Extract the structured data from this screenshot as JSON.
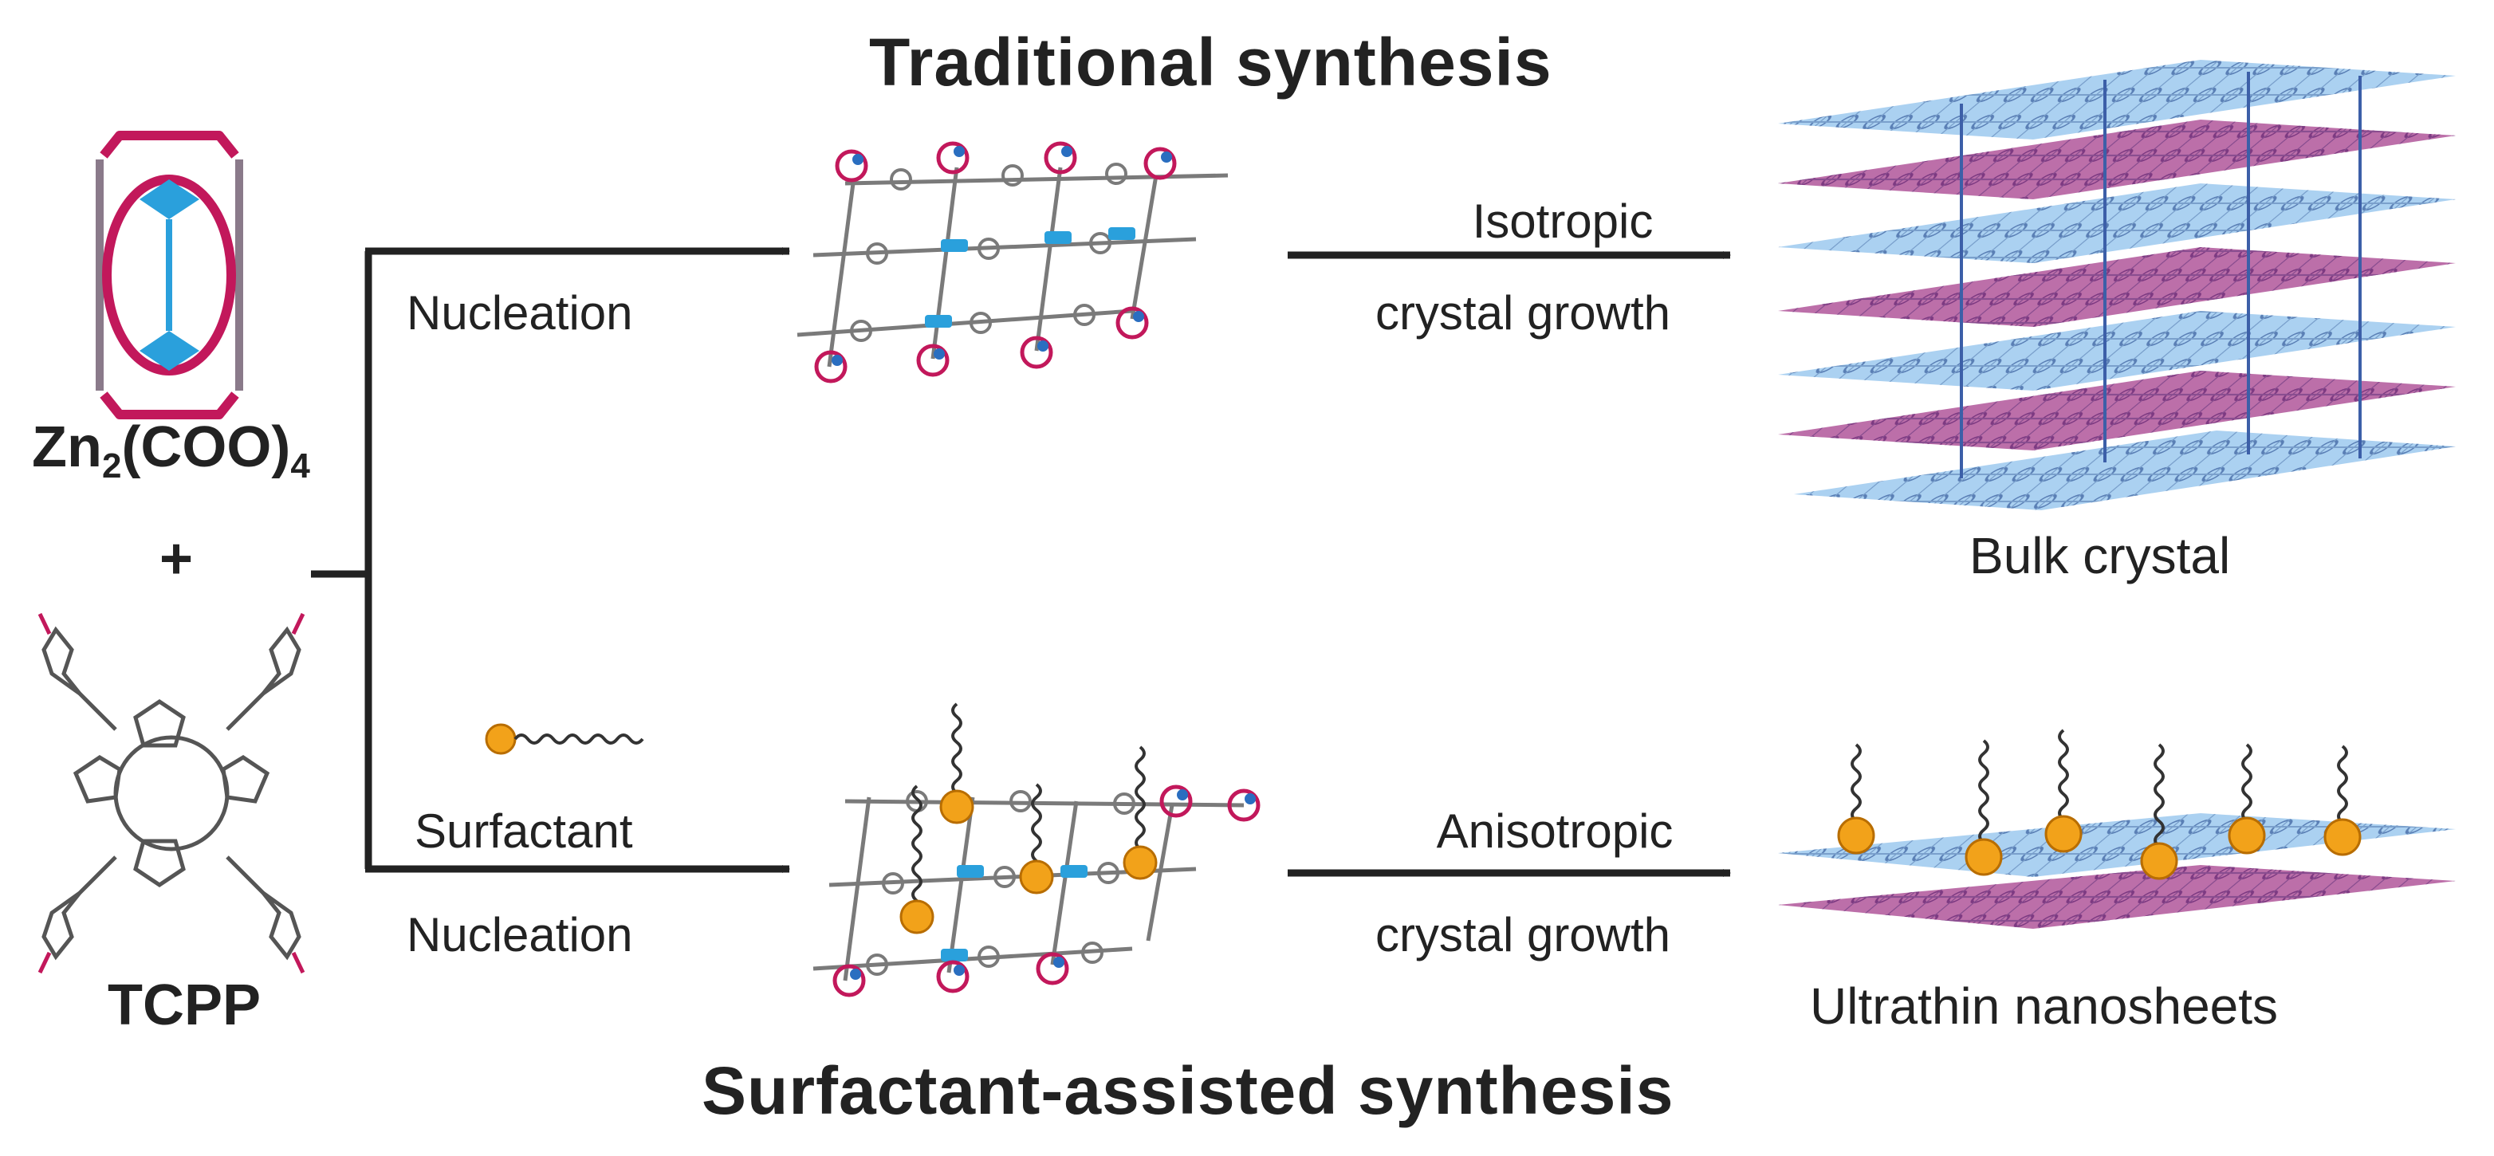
{
  "title_top": "Traditional synthesis",
  "title_bottom": "Surfactant-assisted synthesis",
  "reactant_metal": {
    "main": "Zn",
    "sub1": "2",
    "mid": "(COO)",
    "sub2": "4"
  },
  "plus": "+",
  "reactant_ligand": "TCPP",
  "top_step1": "Nucleation",
  "top_step2_line1": "Isotropic",
  "top_step2_line2": "crystal growth",
  "top_product": "Bulk crystal",
  "bottom_additive": "Surfactant",
  "bottom_step1": "Nucleation",
  "bottom_step2_line1": "Anisotropic",
  "bottom_step2_line2": "crystal growth",
  "bottom_product": "Ultrathin nanosheets",
  "colors": {
    "arrow": "#222222",
    "zn_node": "#2aa0dc",
    "carboxylate": "#c2185b",
    "surfactant_head": "#f2a21a",
    "sheet_blue": "#9cc9ee",
    "sheet_pink": "#b0569a",
    "linker": "#7a7a7a"
  }
}
